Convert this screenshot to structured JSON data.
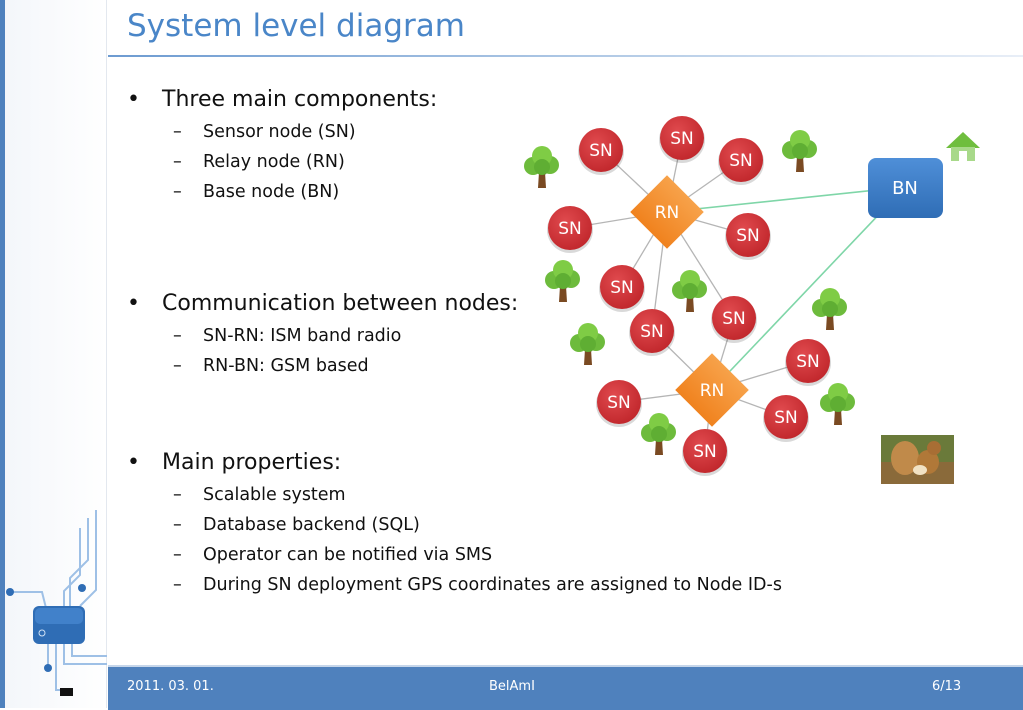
{
  "slide": {
    "title": "System level diagram"
  },
  "bullets": {
    "b1": {
      "text": "Three main components:",
      "subs": [
        "Sensor node (SN)",
        "Relay node (RN)",
        "Base node (BN)"
      ]
    },
    "b2": {
      "text": "Communication between nodes:",
      "subs": [
        "SN-RN: ISM band radio",
        "RN-BN: GSM based"
      ]
    },
    "b3": {
      "text": "Main properties:",
      "subs": [
        "Scalable system",
        "Database backend (SQL)",
        "Operator can be notified via SMS",
        "During SN deployment GPS coordinates are assigned to Node ID-s"
      ]
    }
  },
  "diagram": {
    "sn_label": "SN",
    "rn_label": "RN",
    "bn_label": "BN",
    "colors": {
      "sn": "#c0262b",
      "rn": "#f0821e",
      "bn": "#2f6db5",
      "link": "#b5b5b5",
      "gsm_link": "#7fd6a8",
      "tree": "#6dbb3c",
      "trunk": "#7a4a22"
    }
  },
  "footer": {
    "date": "2011. 03. 01.",
    "center": "BelAmI",
    "page": "6/13"
  }
}
